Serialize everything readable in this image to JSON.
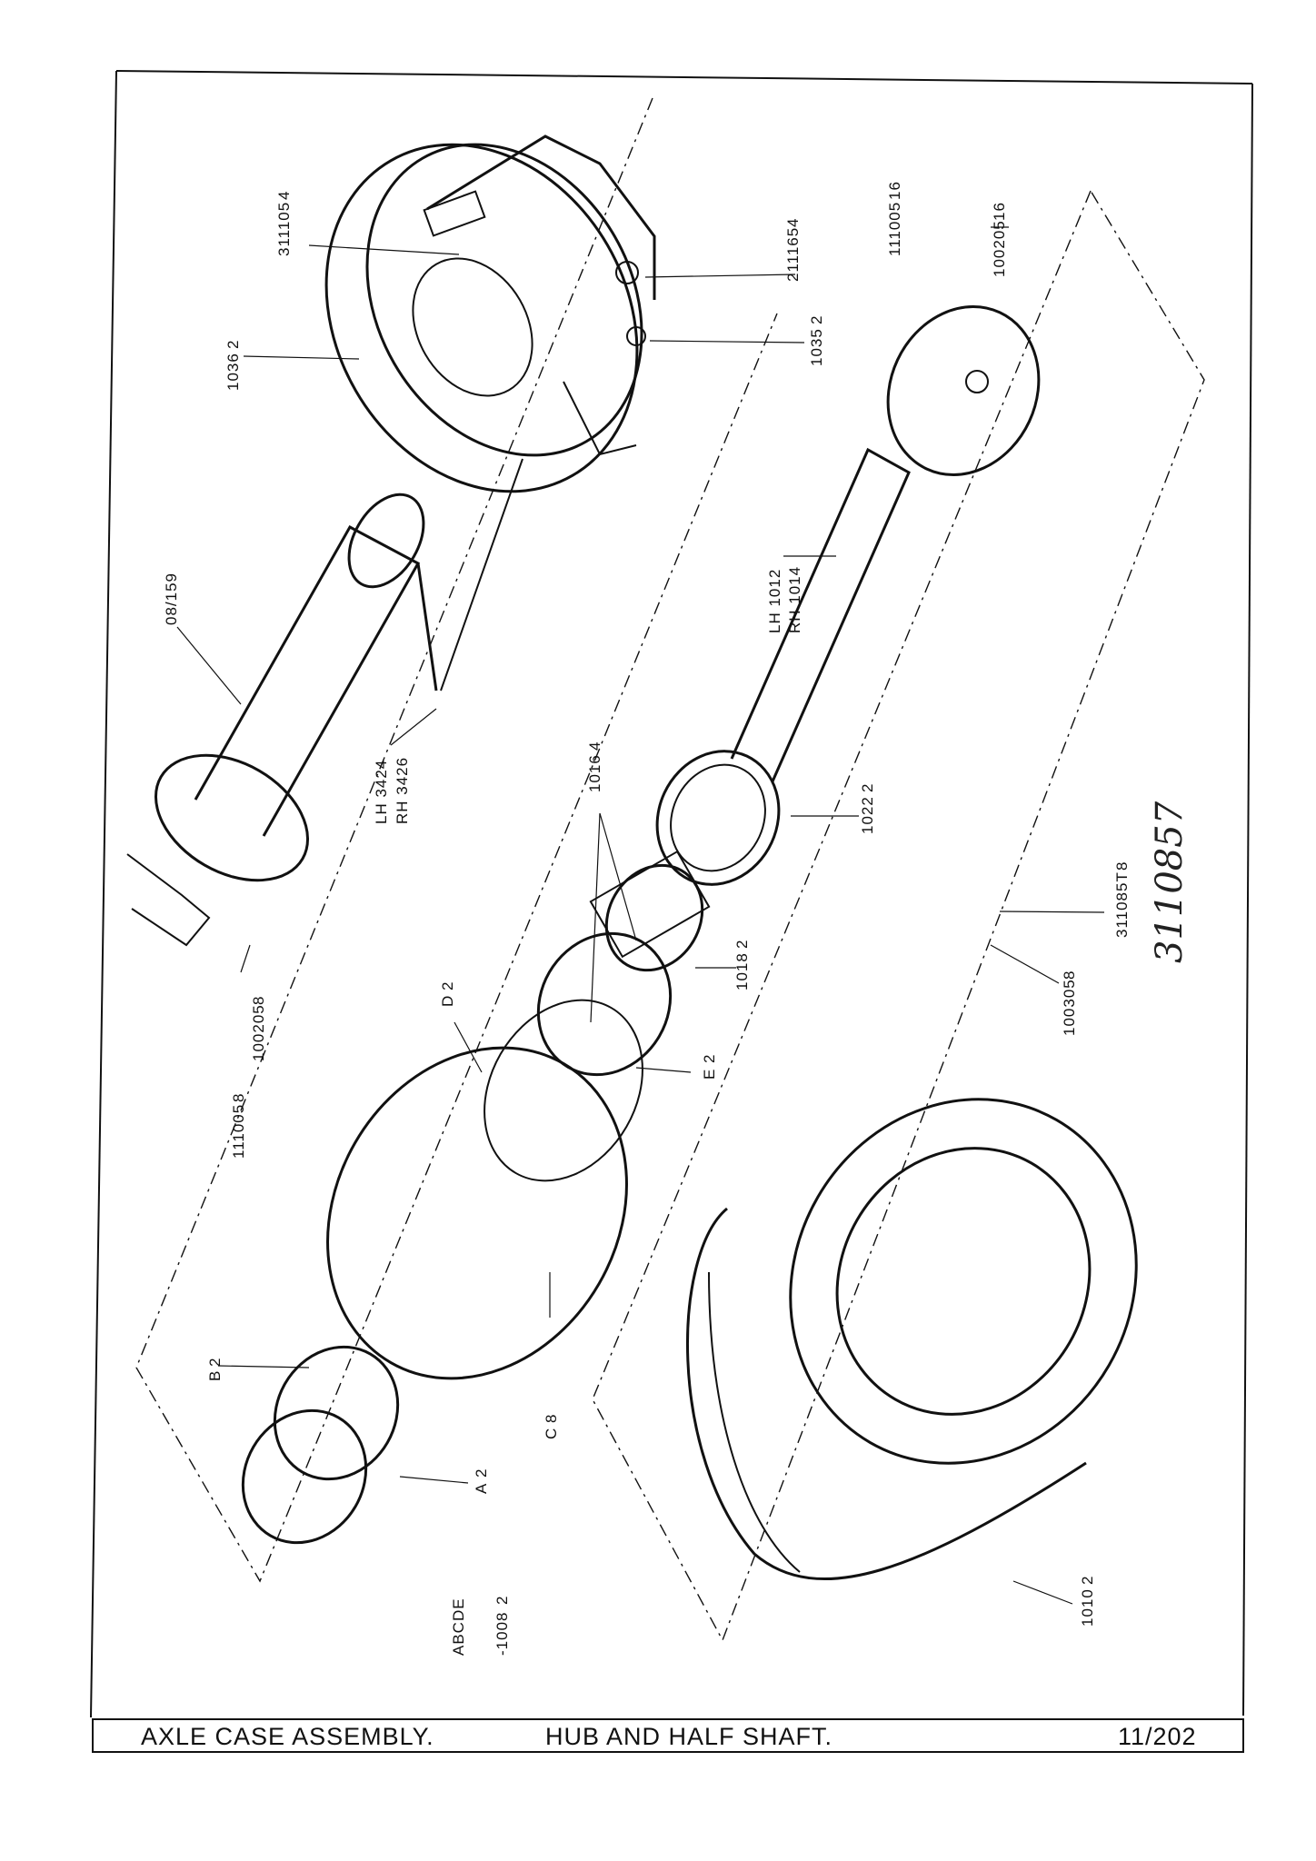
{
  "title_block": {
    "title": "AXLE CASE ASSEMBLY.",
    "subtitle": "HUB AND HALF SHAFT.",
    "page_number": "11/202"
  },
  "handwritten_note": "3110857",
  "parts": {
    "p311105": "311105",
    "p311105_qty": "4",
    "p1036": "1036",
    "p1036_qty": "2",
    "p211165": "211165",
    "p211165_qty": "4",
    "p1035": "1035",
    "p1035_qty": "2",
    "p111005_top": "111005",
    "p111005_top_qty": "16",
    "p100205_top": "100205",
    "p100205_top_qty": "16",
    "p08159": "08/159",
    "lh3424": "LH 3424",
    "rh3426": "RH 3426",
    "lh1012": "LH 1012",
    "rh1014": "RH 1014",
    "p1016": "1016",
    "p1016_qty": "4",
    "p1022": "1022",
    "p1022_qty": "2",
    "p1018": "1018",
    "p1018_qty": "2",
    "pD": "D",
    "pD_qty": "2",
    "pE": "E",
    "pE_qty": "2",
    "p111005_bot": "111005",
    "p111005_bot_qty": "8",
    "p100205_bot": "100205",
    "p100205_bot_qty": "8",
    "p311085t": "311085T",
    "p311085t_qty": "8",
    "p100305": "100305",
    "p100305_qty": "8",
    "pB": "B",
    "pB_qty": "2",
    "pC": "C",
    "pC_qty": "8",
    "pA": "A",
    "pA_qty": "2",
    "p1008": "-1008",
    "p1008_qty": "2",
    "p1010": "1010",
    "p1010_qty": "2",
    "group_letters": "ABCDE"
  }
}
